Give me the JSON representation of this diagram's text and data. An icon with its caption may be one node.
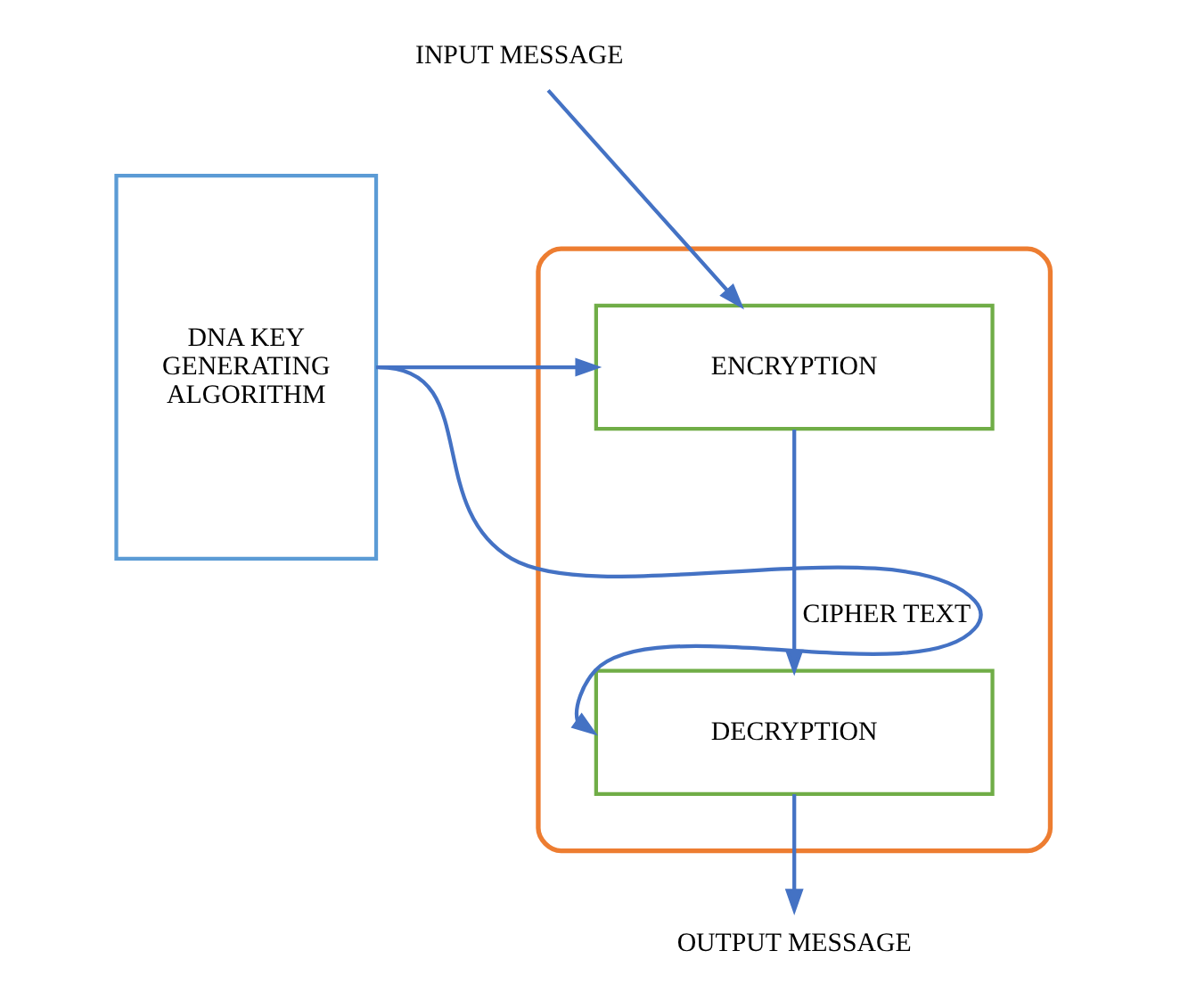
{
  "diagram": {
    "nodes": [
      {
        "text": [
          "INPUT MESSAGE"
        ]
      },
      {
        "text": [
          "DNA KEY GENERATING ALGORITHM"
        ]
      },
      {
        "text": [],
        "shape": "box"
      },
      {
        "text": [
          "ENCRYPTION"
        ],
        "in": 2
      },
      {
        "text": [
          "DECRYPTION"
        ],
        "in": 2
      },
      {
        "text": [
          "OUTPUT MESSAGE"
        ]
      }
    ],
    "edges": [
      {
        "from": 0,
        "to": 3,
        "arrow": "to"
      },
      {
        "from": 1,
        "to": 3,
        "arrow": "to"
      },
      {
        "from": 1,
        "to": 4,
        "arrow": "to"
      },
      {
        "from": 3,
        "to": 4,
        "arrow": "to",
        "label": "CIPHER TEXT"
      },
      {
        "from": 4,
        "to": 5,
        "arrow": "to"
      }
    ]
  }
}
